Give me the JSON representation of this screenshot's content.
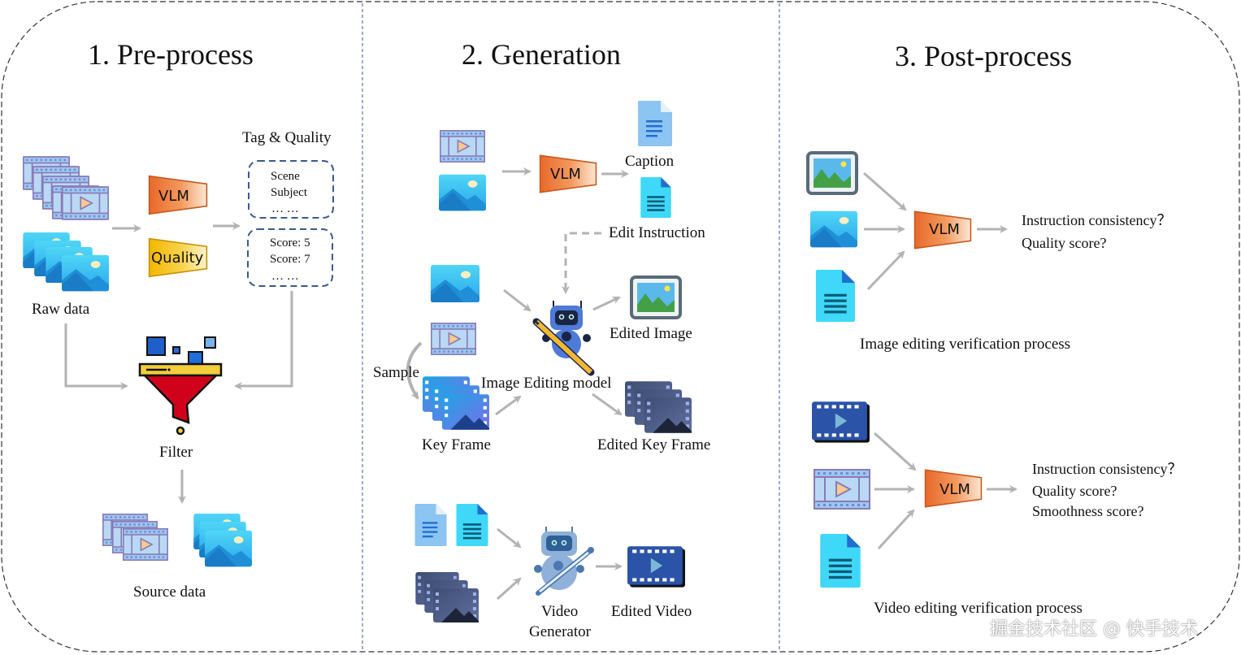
{
  "sections": [
    {
      "title": "1. Pre-process"
    },
    {
      "title": "2. Generation"
    },
    {
      "title": "3. Post-process"
    }
  ],
  "preprocess": {
    "raw_label": "Raw data",
    "vlm_label": "VLM",
    "quality_label": "Quality",
    "tag_quality_label": "Tag & Quality",
    "tag_box": [
      "Scene",
      "Subject",
      "… …"
    ],
    "score_box": [
      "Score: 5",
      "Score: 7",
      "… …"
    ],
    "filter_label": "Filter",
    "source_label": "Source data"
  },
  "generation": {
    "vlm_label": "VLM",
    "caption_label": "Caption",
    "edit_instruction_label": "Edit Instruction",
    "sample_label": "Sample",
    "key_frame_label": "Key Frame",
    "image_model_label": "Image Editing model",
    "edited_image_label": "Edited Image",
    "edited_key_frame_label": "Edited Key Frame",
    "video_generator_label_1": "Video",
    "video_generator_label_2": "Generator",
    "edited_video_label": "Edited Video"
  },
  "postprocess": {
    "image": {
      "vlm_label": "VLM",
      "questions": [
        "Instruction consistency？",
        "Quality score?"
      ],
      "caption": "Image editing verification process"
    },
    "video": {
      "vlm_label": "VLM",
      "questions": [
        "Instruction consistency？",
        "Quality score?",
        "Smoothness score?"
      ],
      "caption": "Video editing verification process"
    }
  },
  "watermark": "掘金技术社区 @ 快手技术",
  "colors": {
    "vlm_orange": "#e8772e",
    "quality_yellow": "#f5c000",
    "arrow_gray": "#b3b3b3",
    "dashed_blue": "#3a5a8c",
    "funnel_red": "#d0021b"
  }
}
